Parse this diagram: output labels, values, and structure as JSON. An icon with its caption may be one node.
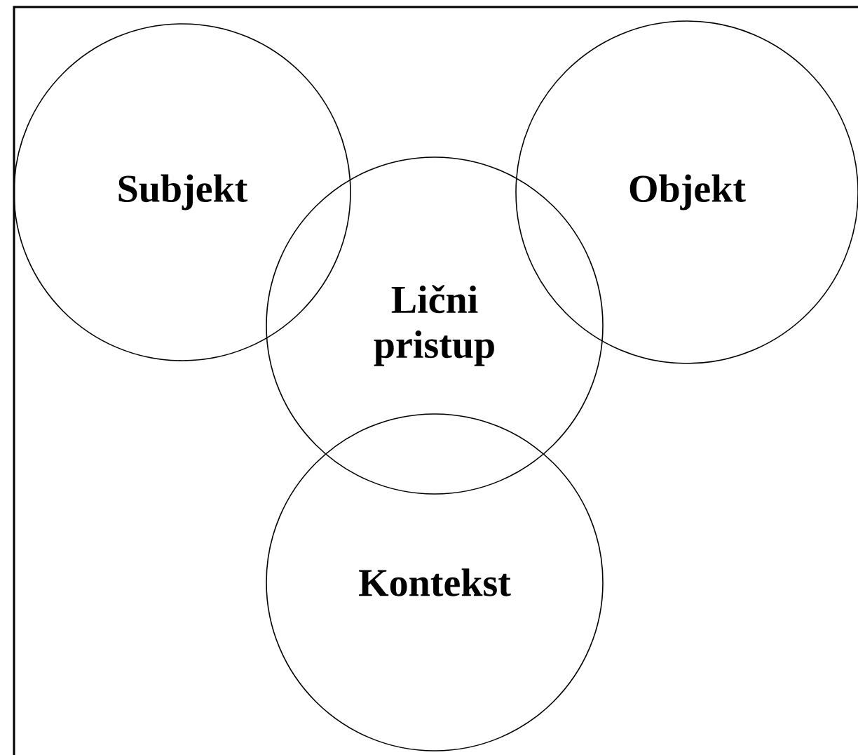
{
  "diagram": {
    "nodes": [
      {
        "text": [
          "Subjekt"
        ]
      },
      {
        "text": [
          "Objekt"
        ]
      },
      {
        "text": [
          "Lični pristup"
        ]
      },
      {
        "text": [
          "Kontekst"
        ]
      }
    ]
  }
}
